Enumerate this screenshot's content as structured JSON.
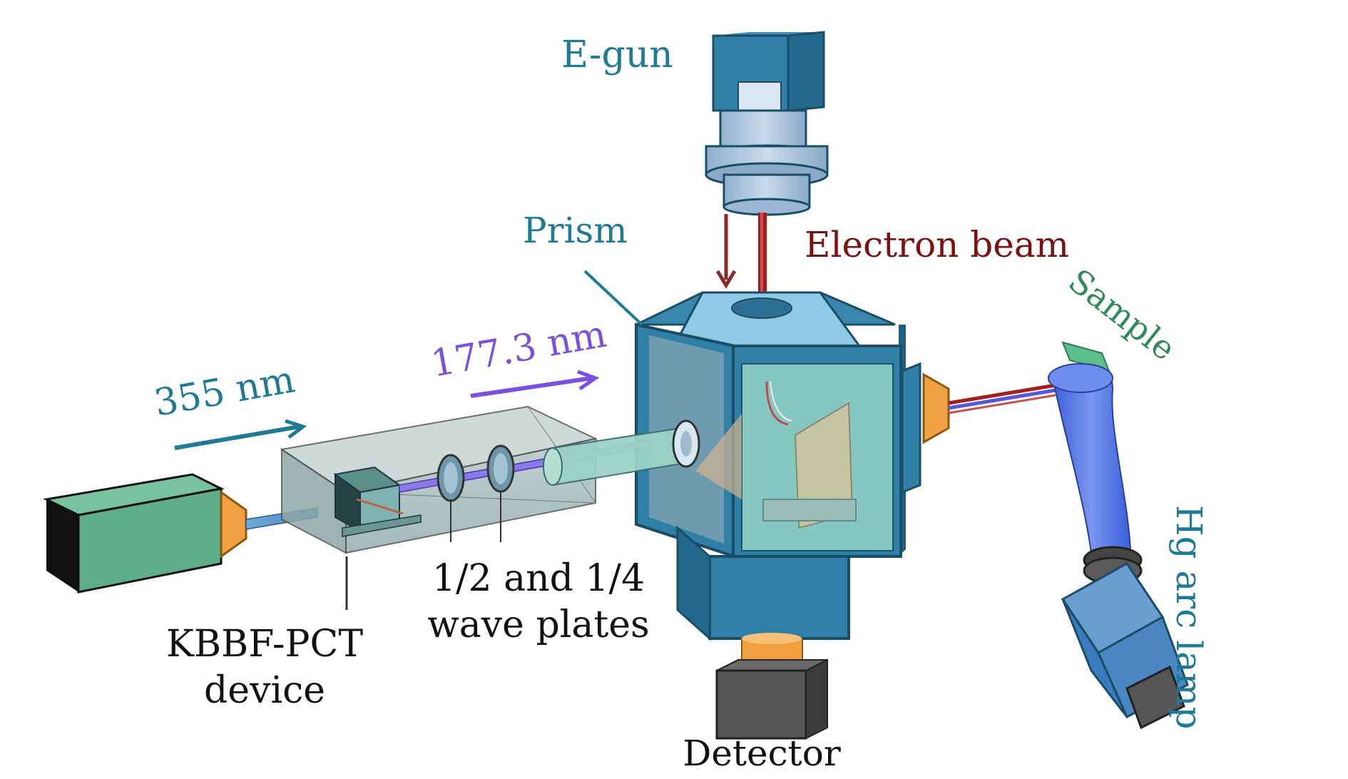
{
  "labels": {
    "egun": "E-gun",
    "prism": "Prism",
    "electron_beam": "Electron beam",
    "sample": "Sample",
    "wl_355": "355 nm",
    "wl_177": "177.3 nm",
    "kbbf_line1": "KBBF-PCT",
    "kbbf_line2": "device",
    "plates_line1": "1/2 and 1/4",
    "plates_line2": "wave plates",
    "detector": "Detector",
    "hg_lamp": "Hg arc lamp"
  },
  "colors": {
    "label_blue": "#1f7a95",
    "label_violet": "#7b4fe0",
    "label_darkred": "#7a1212",
    "label_green": "#2e8b57",
    "label_black": "#111111",
    "chamber_blue": "#2f7fa6",
    "laser_green": "#5fae8a",
    "orange": "#f0a040",
    "gun_light": "#a9c4dd"
  }
}
